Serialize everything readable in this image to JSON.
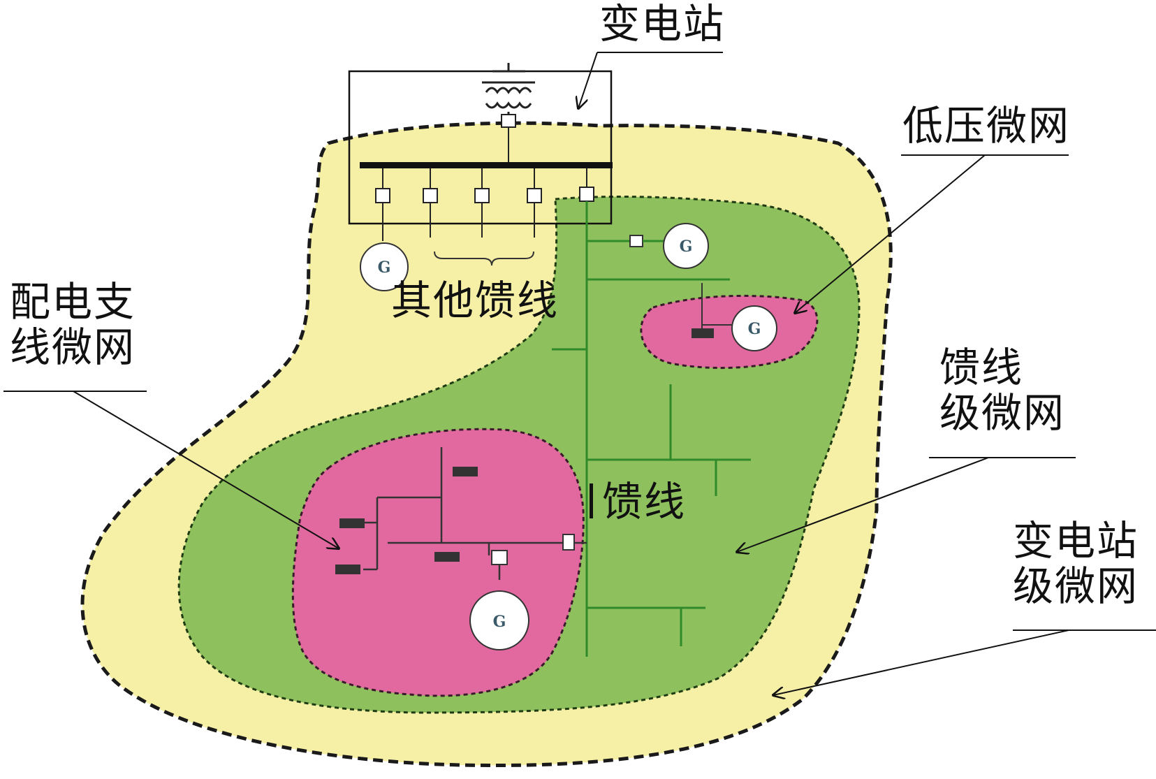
{
  "labels": {
    "substation": "变电站",
    "lv_microgrid": "低压微网",
    "other_feeders": "其他馈线",
    "branch_microgrid": {
      "line1": "配电支",
      "line2": "线微网"
    },
    "feeder_microgrid": {
      "line1": "馈线",
      "line2": "级微网"
    },
    "feeder": "馈线",
    "substation_microgrid": {
      "line1": "变电站",
      "line2": "级微网"
    }
  },
  "generator_symbol": "G",
  "colors": {
    "substation_zone": "#f6efa6",
    "feeder_zone": "#8fc05e",
    "microgrid_zone": "#e1699f",
    "feeder_line": "#2f8a2a",
    "boundary": "#1a1a1a"
  }
}
